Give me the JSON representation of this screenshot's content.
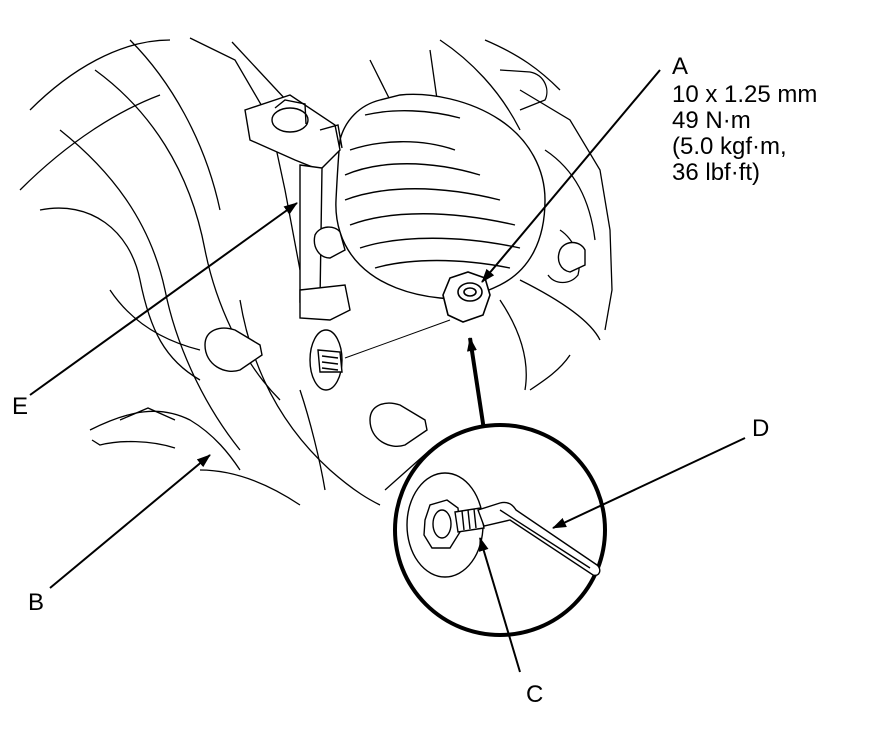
{
  "callouts": {
    "A": {
      "letter": "A",
      "spec_lines": [
        "10 x 1.25 mm",
        "49 N·m",
        "(5.0 kgf·m,",
        "36 lbf·ft)"
      ]
    },
    "B": {
      "letter": "B"
    },
    "C": {
      "letter": "C"
    },
    "D": {
      "letter": "D"
    },
    "E": {
      "letter": "E"
    }
  },
  "colors": {
    "ink": "#000000",
    "paper": "#ffffff"
  }
}
